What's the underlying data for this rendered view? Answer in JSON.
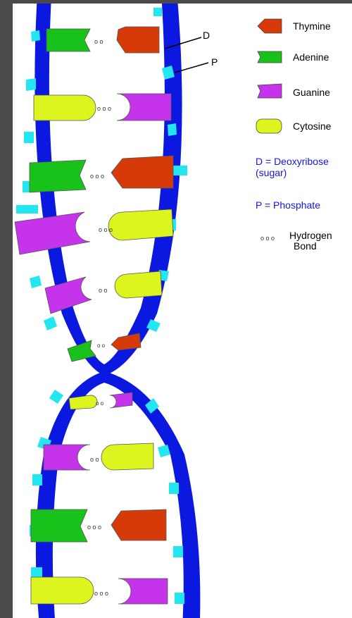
{
  "labels": {
    "deoxyribose_marker": "D",
    "phosphate_marker": "P"
  },
  "legend": {
    "thymine": "Thymine",
    "adenine": "Adenine",
    "guanine": "Guanine",
    "cytosine": "Cytosine"
  },
  "notes": {
    "deoxyribose_line1": "D = Deoxyribose",
    "deoxyribose_line2": "(sugar)",
    "phosphate": "P = Phosphate",
    "hydrogen_bond_line1": "Hydrogen",
    "hydrogen_bond_line2": "Bond"
  },
  "colors": {
    "backbone": "#0a18e0",
    "phosphate": "#22e6f0",
    "thymine": "#d63a08",
    "adenine": "#18c21a",
    "guanine": "#c534ea",
    "cytosine": "#dcf51f",
    "deoxyribose_text": "#1515e0"
  },
  "base_pairs_top_to_bottom": [
    [
      "Adenine",
      "Thymine"
    ],
    [
      "Cytosine",
      "Guanine"
    ],
    [
      "Adenine",
      "Thymine"
    ],
    [
      "Guanine",
      "Cytosine"
    ],
    [
      "Guanine",
      "Cytosine"
    ],
    [
      "Adenine",
      "Thymine"
    ],
    [
      "Cytosine",
      "Guanine"
    ],
    [
      "Guanine",
      "Cytosine"
    ],
    [
      "Adenine",
      "Thymine"
    ],
    [
      "Cytosine",
      "Guanine"
    ]
  ]
}
